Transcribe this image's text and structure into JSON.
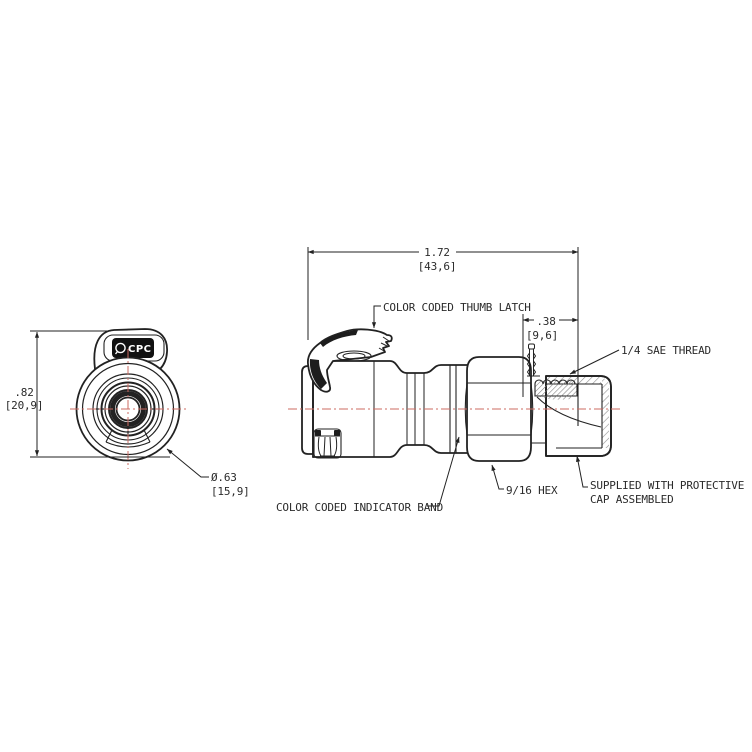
{
  "drawing": {
    "front_view": {
      "height_in": ".82",
      "height_mm": "[20,9]",
      "diameter_in": "Ø.63",
      "diameter_mm": "[15,9]",
      "logo_text": "CPC"
    },
    "side_view": {
      "length_in": "1.72",
      "length_mm": "[43,6]",
      "thread_len_in": ".38",
      "thread_len_mm": "[9,6]",
      "label_thumb_latch": "COLOR CODED THUMB LATCH",
      "label_sae_thread": "1/4 SAE THREAD",
      "label_indicator_band": "COLOR CODED INDICATOR BAND",
      "label_hex": "9/16 HEX",
      "label_cap_line1": "SUPPLIED WITH PROTECTIVE",
      "label_cap_line2": "CAP ASSEMBLED"
    },
    "colors": {
      "line": "#222222",
      "centerline": "#cc6b62",
      "hatch": "#8f8f8f",
      "badge_bg": "#111111",
      "badge_text": "#ffffff"
    }
  }
}
